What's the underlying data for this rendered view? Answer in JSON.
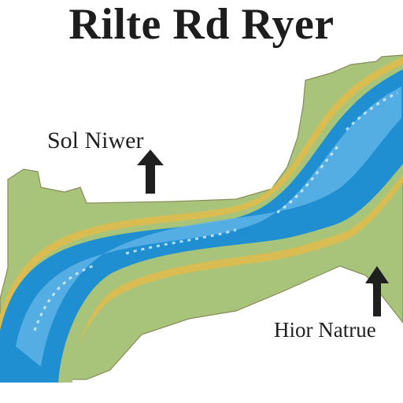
{
  "title": "Rilte Rd Ryer",
  "labels": {
    "top": "Sol Niwer",
    "bottom": "Hior Natrue"
  },
  "colors": {
    "land": "#a7c47a",
    "bank": "#d6b84d",
    "river_dark": "#1f8fd1",
    "river_light": "#5fb4e6",
    "text": "#1f1f1f"
  },
  "icons": [
    "arrow-up-icon",
    "arrow-up-icon"
  ]
}
